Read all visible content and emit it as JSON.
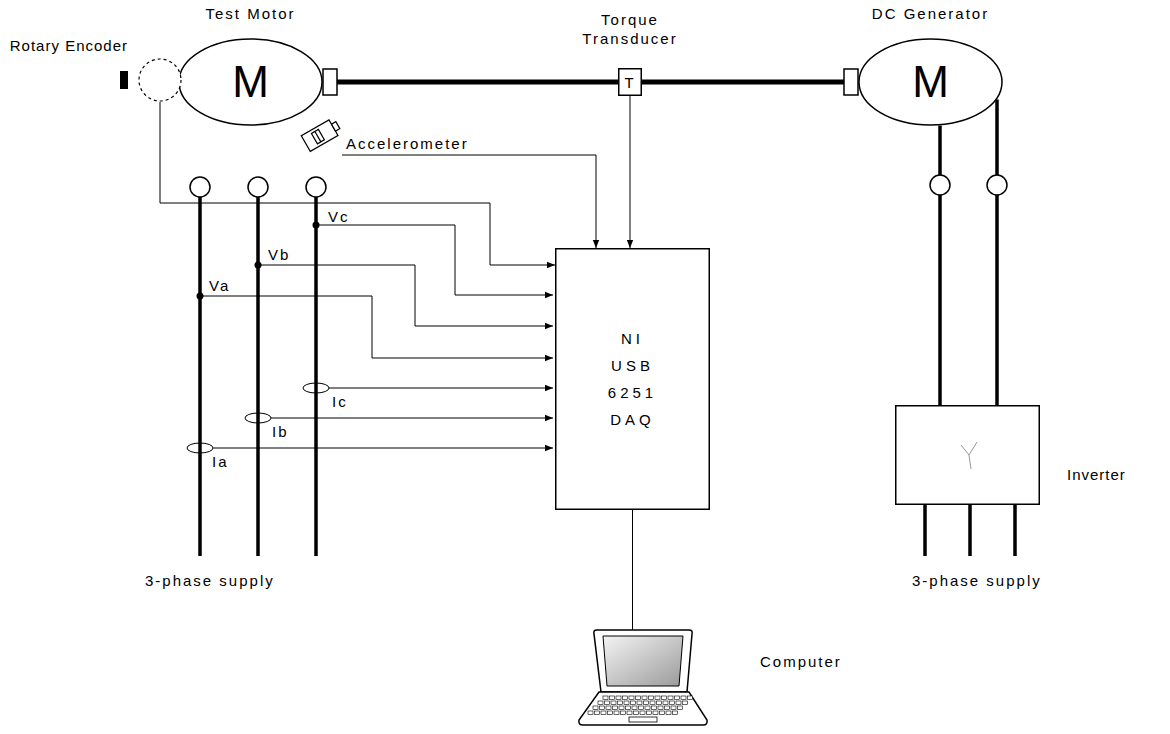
{
  "diagram": {
    "nodes": [
      {
        "text": [
          "Test Motor",
          "M"
        ]
      },
      {
        "text": [
          "Rotary Encoder"
        ]
      },
      {
        "text": [
          "Torque Transducer",
          "T"
        ]
      },
      {
        "text": [
          "DC Generator",
          "M"
        ]
      },
      {
        "text": [
          "Accelerometer"
        ]
      },
      {
        "text": [
          "NI USB 6251 DAQ"
        ]
      },
      {
        "text": [
          "Inverter"
        ]
      },
      {
        "text": [
          "Computer"
        ]
      }
    ],
    "edges": [
      {
        "from": 0,
        "to": 2,
        "arrow": "none"
      },
      {
        "from": 2,
        "to": 3,
        "arrow": "none"
      },
      {
        "from": 1,
        "to": 5,
        "arrow": "to"
      },
      {
        "from": 4,
        "to": 5,
        "arrow": "to"
      },
      {
        "from": 2,
        "to": 5,
        "arrow": "to"
      },
      {
        "from": 5,
        "to": 7,
        "arrow": "none"
      },
      {
        "from": 6,
        "to": 3,
        "arrow": "none"
      },
      {
        "from": 6,
        "to": 3,
        "arrow": "none"
      }
    ],
    "labels": [
      "Vc",
      "Vb",
      "Va",
      "Ic",
      "Ib",
      "Ia",
      "3-phase supply",
      "3-phase supply"
    ]
  }
}
